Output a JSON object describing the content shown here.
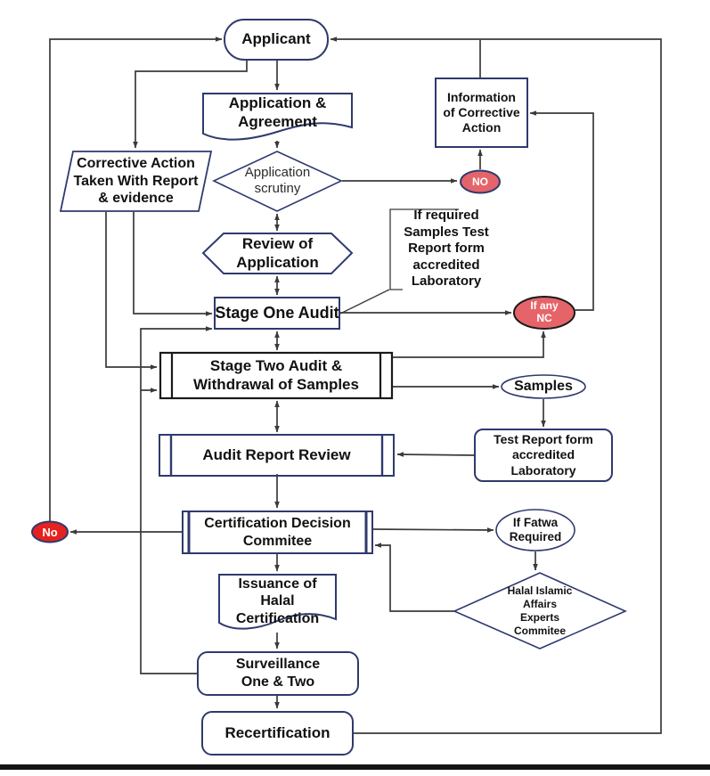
{
  "diagram_type": "flowchart",
  "colors": {
    "shape_outline_navy": "#2e3a6e",
    "connector_line": "#3a3a3a",
    "decision_red_fill": "#e5646a",
    "red_node_text": "#ffffff",
    "text": "#111111",
    "stage_two_outline": "#1a1a1a",
    "bottom_rule": "#141414"
  },
  "nodes": {
    "applicant": {
      "shape": "stadium",
      "label": "Applicant"
    },
    "application_agreement": {
      "shape": "document",
      "label": "Application &\nAgreement"
    },
    "application_scrutiny": {
      "shape": "diamond",
      "label": "Application\nscrutiny"
    },
    "corrective_action": {
      "shape": "parallelogram",
      "label": "Corrective Action\nTaken With Report\n& evidence"
    },
    "review_application": {
      "shape": "hexagon",
      "label": "Review of\nApplication"
    },
    "stage_one_audit": {
      "shape": "rect",
      "label": "Stage One Audit"
    },
    "samples_note": {
      "shape": "annotation",
      "label": "If required\nSamples Test\nReport form\naccredited\nLaboratory"
    },
    "stage_two_audit": {
      "shape": "predefined-process",
      "label": "Stage Two Audit &\nWithdrawal of Samples"
    },
    "audit_report_review": {
      "shape": "predefined-process",
      "label": "Audit Report Review"
    },
    "certification_decision": {
      "shape": "predefined-process",
      "label": "Certification Decision\nCommitee"
    },
    "issuance": {
      "shape": "document",
      "label": "Issuance of\nHalal\nCertification"
    },
    "surveillance": {
      "shape": "rounded-rect",
      "label": "Surveillance\nOne & Two"
    },
    "recertification": {
      "shape": "rounded-rect",
      "label": "Recertification"
    },
    "information_corrective": {
      "shape": "rect",
      "label": "Information\nof Corrective\nAction"
    },
    "no_upper": {
      "shape": "ellipse-red",
      "label": "NO"
    },
    "if_any_nc": {
      "shape": "ellipse-red",
      "label": "If any\nNC"
    },
    "samples": {
      "shape": "ellipse",
      "label": "Samples"
    },
    "test_report_lab": {
      "shape": "rounded-rect",
      "label": "Test Report form\naccredited\nLaboratory"
    },
    "if_fatwa": {
      "shape": "ellipse",
      "label": "If Fatwa\nRequired"
    },
    "halal_experts": {
      "shape": "diamond",
      "label": "Halal Islamic\nAffairs\nExperts\nCommitee"
    },
    "no_lower": {
      "shape": "ellipse-red",
      "label": "No"
    }
  },
  "edges": [
    {
      "from": "applicant",
      "to": "application_agreement",
      "arrows": "single"
    },
    {
      "from": "application_agreement",
      "to": "application_scrutiny",
      "arrows": "single"
    },
    {
      "from": "application_scrutiny",
      "to": "review_application",
      "arrows": "double"
    },
    {
      "from": "review_application",
      "to": "stage_one_audit",
      "arrows": "double"
    },
    {
      "from": "stage_one_audit",
      "to": "stage_two_audit",
      "arrows": "double"
    },
    {
      "from": "stage_two_audit",
      "to": "audit_report_review",
      "arrows": "double"
    },
    {
      "from": "audit_report_review",
      "to": "certification_decision",
      "arrows": "single"
    },
    {
      "from": "certification_decision",
      "to": "issuance",
      "arrows": "single"
    },
    {
      "from": "issuance",
      "to": "surveillance",
      "arrows": "single"
    },
    {
      "from": "surveillance",
      "to": "recertification",
      "arrows": "single"
    },
    {
      "from": "applicant",
      "to": "corrective_action",
      "arrows": "single"
    },
    {
      "from": "corrective_action",
      "to": "stage_one_audit",
      "arrows": "single"
    },
    {
      "from": "corrective_action",
      "to": "stage_two_audit",
      "arrows": "single"
    },
    {
      "from": "surveillance",
      "to": "stage_one_audit",
      "arrows": "single"
    },
    {
      "from": "surveillance",
      "to": "stage_two_audit",
      "arrows": "single"
    },
    {
      "from": "application_scrutiny",
      "to": "no_upper",
      "arrows": "single"
    },
    {
      "from": "no_upper",
      "to": "information_corrective",
      "arrows": "single"
    },
    {
      "from": "information_corrective",
      "to": "applicant",
      "arrows": "single"
    },
    {
      "from": "stage_one_audit",
      "to": "if_any_nc",
      "arrows": "single"
    },
    {
      "from": "stage_two_audit",
      "to": "if_any_nc",
      "arrows": "single"
    },
    {
      "from": "if_any_nc",
      "to": "information_corrective",
      "arrows": "single"
    },
    {
      "from": "stage_two_audit",
      "to": "samples",
      "arrows": "single"
    },
    {
      "from": "samples",
      "to": "test_report_lab",
      "arrows": "single"
    },
    {
      "from": "test_report_lab",
      "to": "audit_report_review",
      "arrows": "single"
    },
    {
      "from": "certification_decision",
      "to": "if_fatwa",
      "arrows": "single"
    },
    {
      "from": "if_fatwa",
      "to": "halal_experts",
      "arrows": "single"
    },
    {
      "from": "halal_experts",
      "to": "certification_decision",
      "arrows": "single"
    },
    {
      "from": "certification_decision",
      "to": "no_lower",
      "arrows": "single"
    },
    {
      "from": "no_lower",
      "to": "applicant",
      "arrows": "single"
    },
    {
      "from": "recertification",
      "to": "applicant",
      "arrows": "single"
    },
    {
      "from": "samples_note",
      "to": "stage_one_audit",
      "arrows": "none"
    }
  ]
}
